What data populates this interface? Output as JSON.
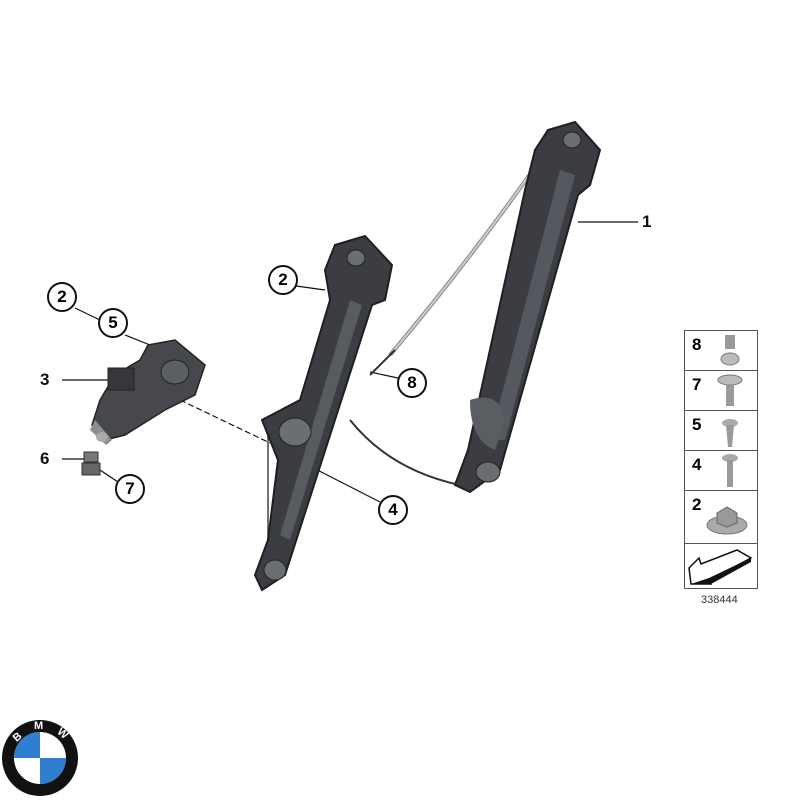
{
  "callouts": {
    "c2a": "2",
    "c5": "5",
    "c3": "3",
    "c6": "6",
    "c7": "7",
    "c2b": "2",
    "c8": "8",
    "c4": "4",
    "c1": "1"
  },
  "legend": {
    "rows": [
      {
        "num": "8",
        "part": "screw-icon"
      },
      {
        "num": "7",
        "part": "washer-bolt-icon"
      },
      {
        "num": "5",
        "part": "self-tapping-screw-icon"
      },
      {
        "num": "4",
        "part": "bolt-icon"
      },
      {
        "num": "2",
        "part": "hex-nut-icon"
      }
    ],
    "arrow": "arrow-icon"
  },
  "diagram_number": "338444",
  "logo": {
    "text": "BMW",
    "colors": {
      "blue": "#2f7fd0",
      "white": "#ffffff",
      "ring": "#111111"
    }
  }
}
